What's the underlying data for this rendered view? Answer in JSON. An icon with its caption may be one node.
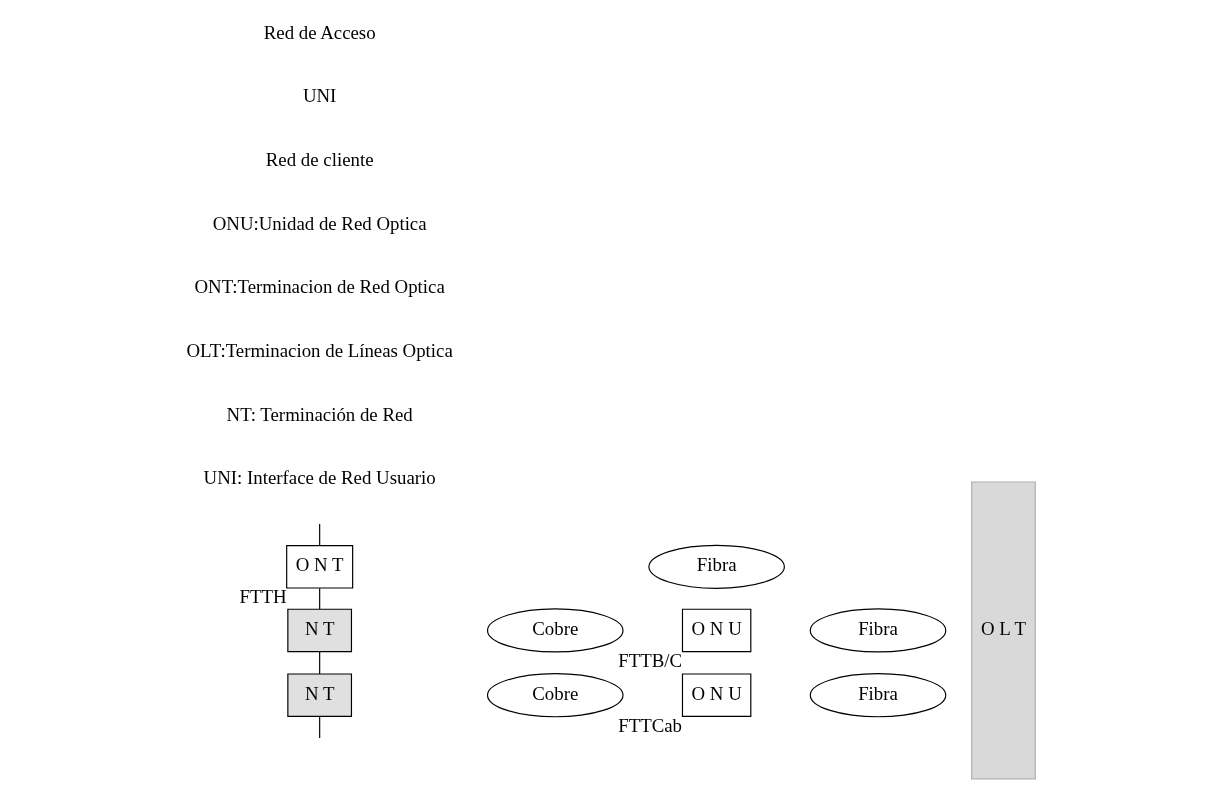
{
  "diagram": {
    "nodes": [
      {
        "text": [
          "O N T"
        ],
        "beside": [
          "FTTH"
        ]
      },
      {
        "text": [
          "Fibra"
        ]
      },
      {
        "text": [
          "N T"
        ]
      },
      {
        "text": [
          "Cobre"
        ]
      },
      {
        "text": [
          "O N U"
        ],
        "beside": [
          "FTTB/C"
        ]
      },
      {
        "text": [
          "Fibra"
        ]
      },
      {
        "text": [
          "N T"
        ]
      },
      {
        "text": [
          "Cobre"
        ]
      },
      {
        "text": [
          "O N U"
        ],
        "beside": [
          "FTTCab"
        ]
      },
      {
        "text": [
          "Fibra"
        ]
      },
      {
        "text": [
          "O L T"
        ]
      }
    ],
    "edges": [
      {
        "from": null,
        "to": 0,
        "arrow": "none"
      },
      {
        "from": 0,
        "to": 2,
        "arrow": "none"
      },
      {
        "from": 2,
        "to": 6,
        "arrow": "none"
      },
      {
        "from": 6,
        "to": null,
        "arrow": "none"
      }
    ],
    "labels": [
      "Red de Acceso",
      "UNI",
      "Red de cliente",
      "ONU:Unidad de Red Optica",
      "ONT:Terminacion de Red Optica",
      "OLT:Terminacion de Líneas Optica",
      "NT: Terminación de Red",
      "UNI: Interface de Red Usuario"
    ]
  }
}
